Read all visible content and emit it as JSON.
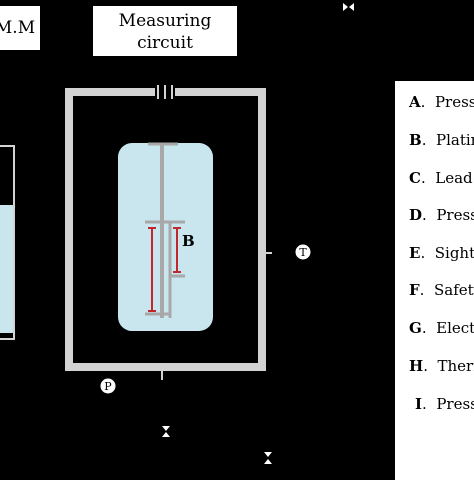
{
  "labels": {
    "mm_box": "M.M",
    "measuring_circuit_line1": "Measuring",
    "measuring_circuit_line2": "circuit",
    "vessel_label": "B",
    "pressure_sensor_symbol": "P",
    "temperature_sensor_symbol": "T"
  },
  "legend": {
    "items": [
      {
        "letter": "A",
        "text": "Pressu"
      },
      {
        "letter": "B",
        "text": "Platinu"
      },
      {
        "letter": "C",
        "text": "Lead w"
      },
      {
        "letter": "D",
        "text": "Pressu"
      },
      {
        "letter": "E",
        "text": "Sight g"
      },
      {
        "letter": "F",
        "text": "Safety"
      },
      {
        "letter": "G",
        "text": "Electr"
      },
      {
        "letter": "H",
        "text": "Therm"
      },
      {
        "letter": "I",
        "text": "Pressu"
      }
    ]
  },
  "colors": {
    "background": "#000000",
    "frame": "#d3d3d3",
    "vessel_fill": "#c9e6ee",
    "rod": "#a8a8a8",
    "wire": "#c0282d",
    "box": "#ffffff"
  },
  "icons": [
    "valve-icon",
    "pressure-gauge-icon",
    "thermometer-icon"
  ]
}
